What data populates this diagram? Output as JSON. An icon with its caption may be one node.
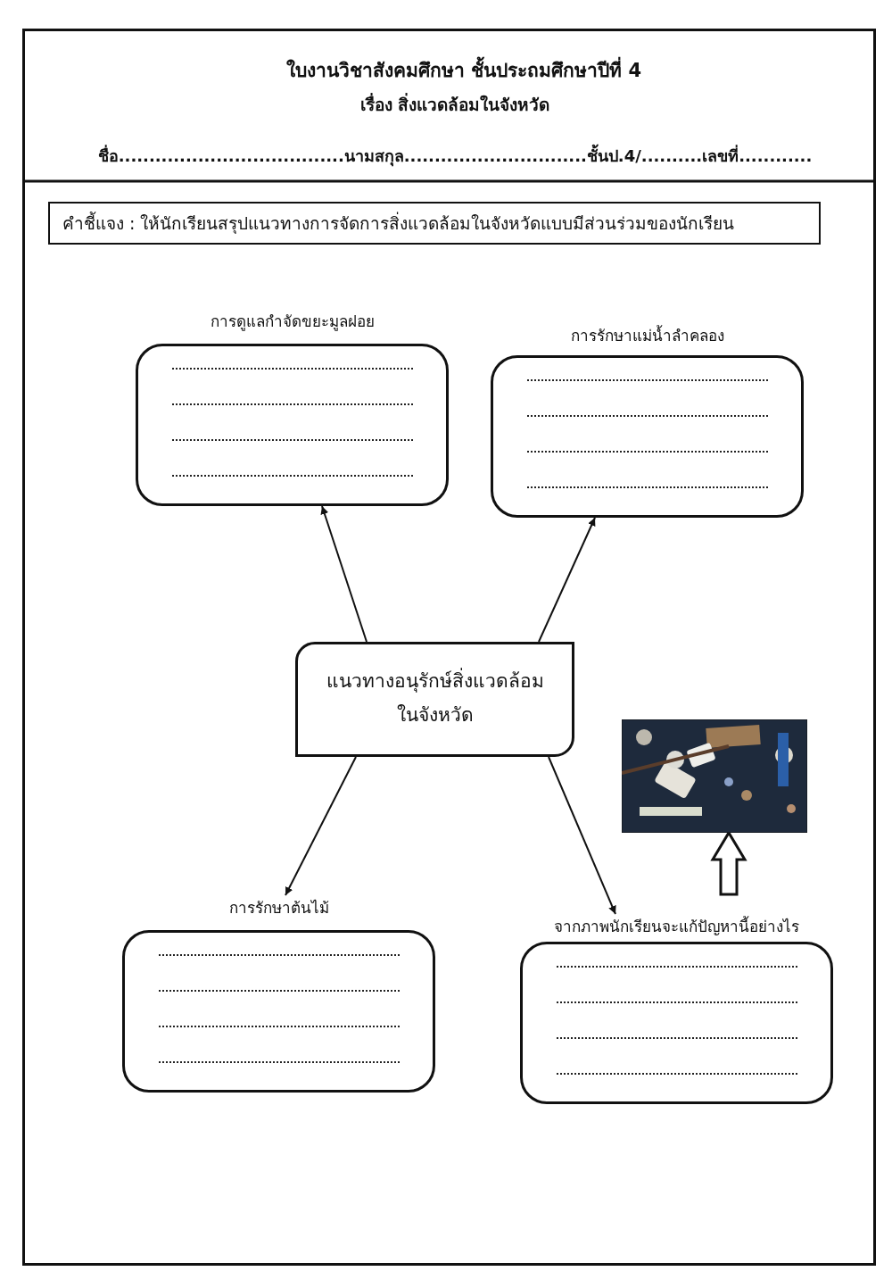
{
  "diagram": {
    "title": "ใบงานวิชาสังคมศึกษา ชั้นประถมศึกษาปีที่ 4",
    "labels": [
      "เรื่อง สิ่งแวดล้อมในจังหวัด",
      "ชื่อ.....................................นามสกุล..............................ชั้นป.4/..........เลขที่............"
    ],
    "nodes": [
      {
        "text": [
          "คำชี้แจง : ให้นักเรียนสรุปแนวทางการจัดการสิ่งแวดล้อมในจังหวัดแบบมีส่วนร่วมของนักเรียน"
        ]
      },
      {
        "text": [
          "แนวทางอนุรักษ์สิ่งแวดล้อมในจังหวัด"
        ]
      },
      {
        "text": [
          "การดูแลกำจัดขยะมูลฝอย"
        ]
      },
      {
        "text": [
          "การรักษาแม่น้ำลำคลอง"
        ]
      },
      {
        "text": [
          "การรักษาต้นไม้"
        ]
      },
      {
        "text": [
          "จากภาพนักเรียนจะแก้ปัญหานี้อย่างไร"
        ]
      },
      {
        "text": [],
        "shape": "picture"
      }
    ],
    "edges": [
      {
        "from": 1,
        "to": 2,
        "arrow": "to"
      },
      {
        "from": 1,
        "to": 3,
        "arrow": "to"
      },
      {
        "from": 1,
        "to": 4,
        "arrow": "to"
      },
      {
        "from": 1,
        "to": 5,
        "arrow": "to"
      },
      {
        "from": 5,
        "to": 6,
        "arrow": "to",
        "style": "thick"
      }
    ]
  }
}
